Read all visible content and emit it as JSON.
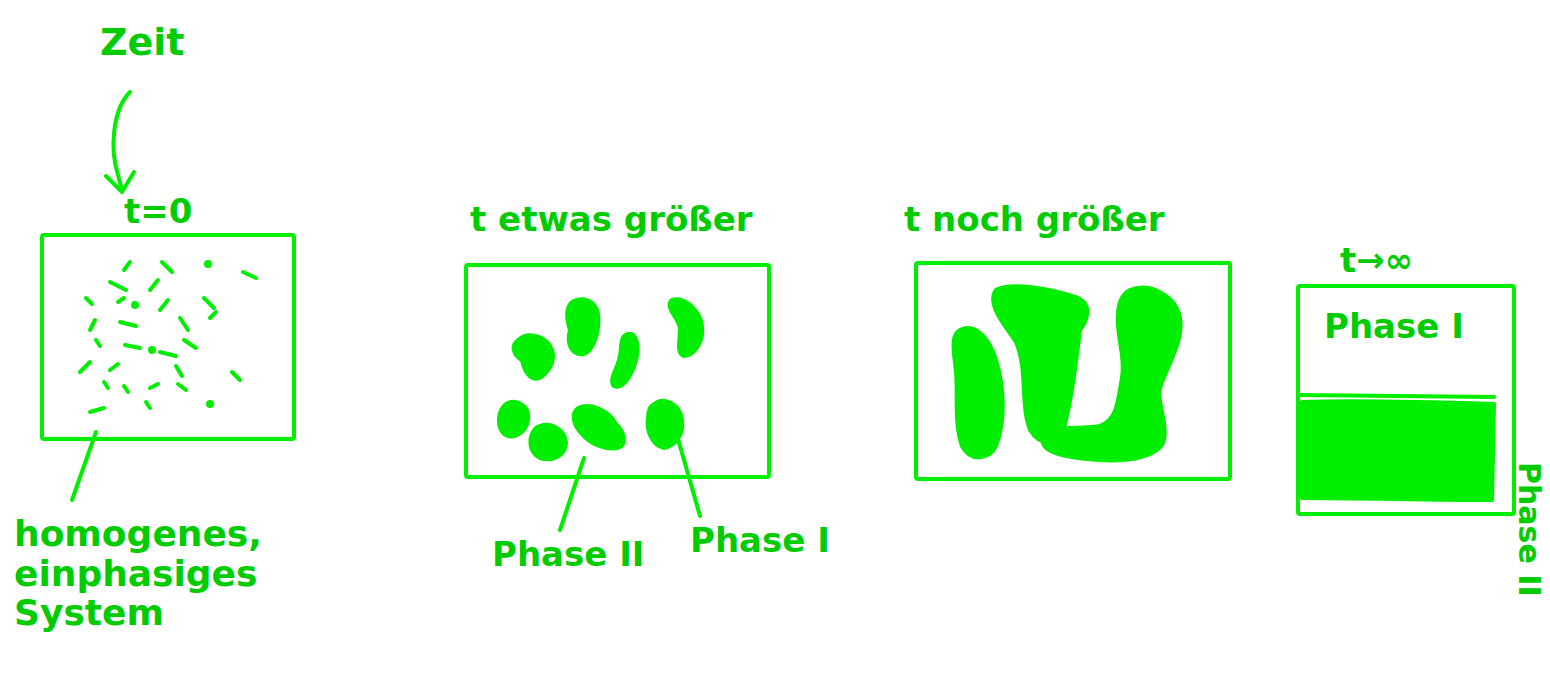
{
  "diagram": {
    "nodes": [
      {
        "text": [
          "t=0"
        ]
      },
      {
        "text": [
          "t etwas größer"
        ]
      },
      {
        "text": [
          "t noch größer"
        ]
      },
      {
        "text": [
          "t→∞",
          "Phase I"
        ]
      }
    ],
    "labels": [
      "Zeit",
      "homogenes, einphasiges System",
      "Phase II",
      "Phase I",
      "Phase II"
    ]
  }
}
